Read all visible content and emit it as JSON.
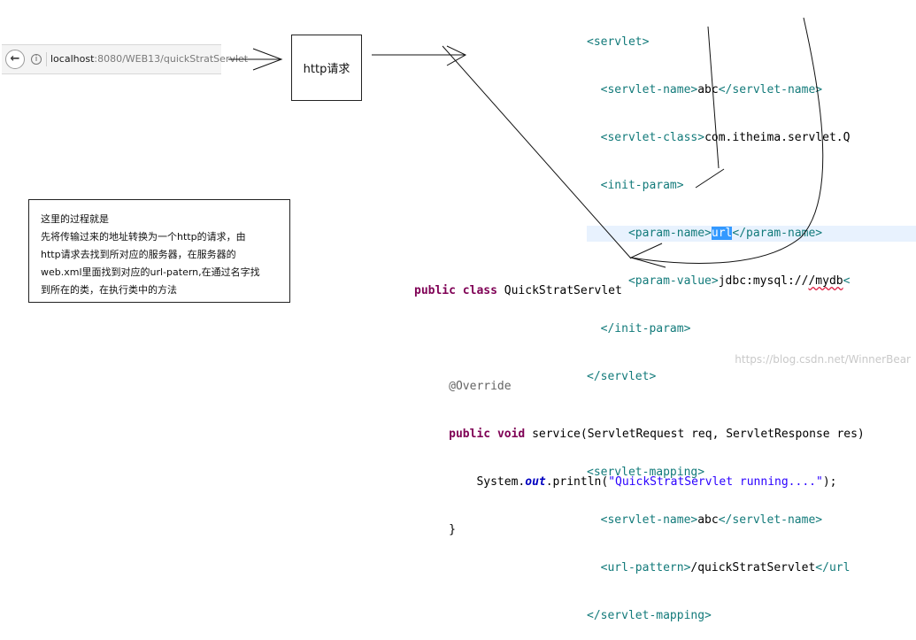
{
  "browser": {
    "url_host": "localhost",
    "url_rest": ":8080/WEB13/quickStratServlet"
  },
  "http_box": {
    "label": "http请求"
  },
  "explanation": {
    "lines": [
      "这里的过程就是",
      "先将传输过来的地址转换为一个http的请求，由",
      "http请求去找到所对应的服务器，在服务器的",
      "web.xml里面找到对应的url-patern,在通过名字找",
      "到所在的类，在执行类中的方法"
    ]
  },
  "xml": {
    "servlet_open": "<servlet>",
    "servlet_name_open": "<servlet-name>",
    "servlet_name_value": "abc",
    "servlet_name_close": "</servlet-name>",
    "servlet_class_open": "<servlet-class>",
    "servlet_class_value": "com.itheima.servlet.Q",
    "init_param_open": "<init-param>",
    "param_name_open": "<param-name>",
    "param_name_value": "url",
    "param_name_close": "</param-name>",
    "param_value_open": "<param-value>",
    "param_value_value": "jdbc:mysql://",
    "param_value_tail": "/mydb",
    "param_value_lt": "<",
    "init_param_close": "</init-param>",
    "servlet_close": "</servlet>",
    "mapping_open": "<servlet-mapping>",
    "mapping_name_open": "<servlet-name>",
    "mapping_name_value": "abc",
    "mapping_name_close": "</servlet-name>",
    "url_pattern_open": "<url-pattern>",
    "url_pattern_value": "/quickStratServlet",
    "url_pattern_close": "</url",
    "mapping_close": "</servlet-mapping>"
  },
  "java": {
    "kw_public": "public",
    "kw_class": "class",
    "class_name": "QuickStratServlet",
    "annotation": "@Override",
    "kw_void": "void",
    "method_sig": "service(ServletRequest req, ServletResponse res)",
    "call_prefix": "System.",
    "call_field": "out",
    "call_method": ".println(",
    "call_string": "\"QuickStratServlet running....\"",
    "call_suffix": ");",
    "close_brace": "}"
  },
  "watermark": "https://blog.csdn.net/WinnerBear",
  "icons": {
    "back": "back-arrow-icon",
    "info": "info-icon"
  }
}
